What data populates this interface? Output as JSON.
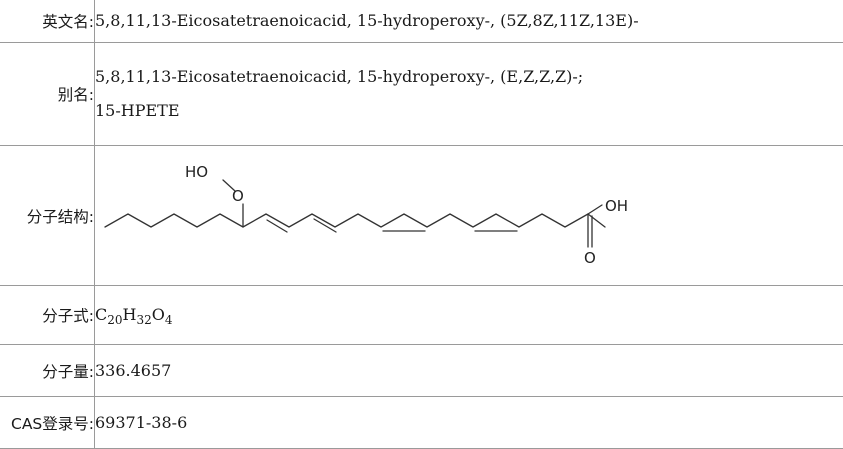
{
  "rows": {
    "english_name": {
      "label": "英文名:",
      "value": "5,8,11,13-Eicosatetraenoicacid, 15-hydroperoxy-, (5Z,8Z,11Z,13E)-"
    },
    "alias": {
      "label": "别名:",
      "line1": "5,8,11,13-Eicosatetraenoicacid, 15-hydroperoxy-, (E,Z,Z,Z)-;",
      "line2": "15-HPETE"
    },
    "structure": {
      "label": "分子结构:",
      "atom_ho": "HO",
      "atom_o": "O",
      "atom_oh": "OH",
      "atom_carbonyl_o": "O"
    },
    "formula": {
      "label": "分子式:",
      "c": "C",
      "c_count": "20",
      "h": "H",
      "h_count": "32",
      "o": "O",
      "o_count": "4"
    },
    "molecular_weight": {
      "label": "分子量:",
      "value": "336.4657"
    },
    "cas": {
      "label": "CAS登录号:",
      "value": "69371-38-6"
    }
  }
}
